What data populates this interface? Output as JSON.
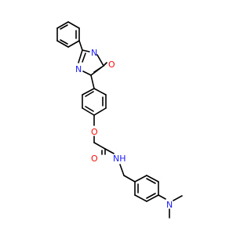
{
  "molecule": {
    "atoms": {
      "ring_n_top": "N",
      "ring_o": "O",
      "ring_n_bottom": "N",
      "ether_o": "O",
      "carbonyl_o": "O",
      "amide_nh": "NH",
      "dimethylamino_n": "N"
    },
    "colors": {
      "bond": "#000000",
      "nitrogen": "#1a1aff",
      "oxygen": "#ff0d0d",
      "background": "#ffffff"
    }
  }
}
